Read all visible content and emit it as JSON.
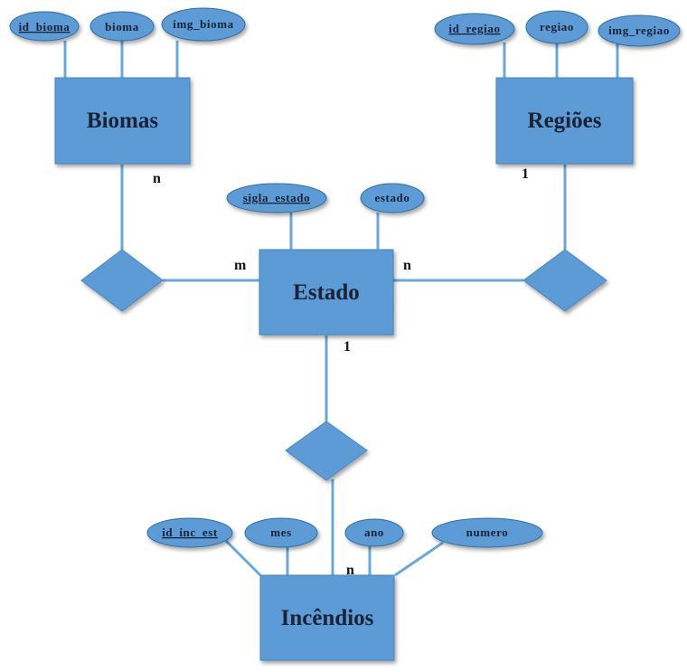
{
  "entities": {
    "biomas": {
      "name": "Biomas",
      "attributes": [
        {
          "label": "id_bioma",
          "key": true
        },
        {
          "label": "bioma",
          "key": false
        },
        {
          "label": "img_bioma",
          "key": false
        }
      ]
    },
    "regioes": {
      "name": "Regiões",
      "attributes": [
        {
          "label": "id_regiao",
          "key": true
        },
        {
          "label": "regiao",
          "key": false
        },
        {
          "label": "img_regiao",
          "key": false
        }
      ]
    },
    "estado": {
      "name": "Estado",
      "attributes": [
        {
          "label": "sigla_estado",
          "key": true
        },
        {
          "label": "estado",
          "key": false
        }
      ]
    },
    "incendios": {
      "name": "Incêndios",
      "attributes": [
        {
          "label": "id_inc_est",
          "key": true
        },
        {
          "label": "mes",
          "key": false
        },
        {
          "label": "ano",
          "key": false
        },
        {
          "label": "numero",
          "key": false
        }
      ]
    }
  },
  "cardinalities": {
    "biomas_side": "n",
    "estado_biomas_side": "m",
    "regioes_side": "1",
    "estado_regioes_side": "n",
    "estado_incendios_side": "1",
    "incendios_side": "n"
  },
  "colors": {
    "entity_fill": "#5b9bd5",
    "connector": "#6aa7dc",
    "text": "#1b2236"
  }
}
